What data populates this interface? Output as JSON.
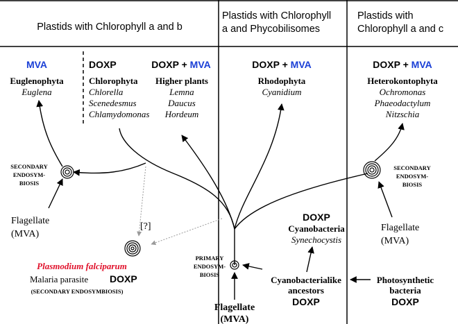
{
  "colors": {
    "blue": "#1a3fd6",
    "red": "#e0102a",
    "line": "#000000",
    "dotted": "#9a9a9a"
  },
  "header": {
    "col1": {
      "title": "Plastids with Chlorophyll a and b"
    },
    "col2": {
      "title_line1": "Plastids with Chlorophyll",
      "title_line2": "a and Phycobilisomes"
    },
    "col3": {
      "title_line1": "Plastids with",
      "title_line2": "Chlorophyll a and c"
    }
  },
  "groups": {
    "euglenophyta": {
      "pathway": "MVA",
      "name": "Euglenophyta",
      "species": [
        "Euglena"
      ]
    },
    "chlorophyta": {
      "pathway": "DOXP",
      "name": "Chlorophyta",
      "species": [
        "Chlorella",
        "Scenedesmus",
        "Chlamydomonas"
      ]
    },
    "higher_plants": {
      "pathway_a": "DOXP",
      "plus": "+",
      "pathway_b": "MVA",
      "name": "Higher plants",
      "species": [
        "Lemna",
        "Daucus",
        "Hordeum"
      ]
    },
    "rhodophyta": {
      "pathway_a": "DOXP",
      "plus": "+",
      "pathway_b": "MVA",
      "name": "Rhodophyta",
      "species": [
        "Cyanidium"
      ]
    },
    "heterokontophyta": {
      "pathway_a": "DOXP",
      "plus": "+",
      "pathway_b": "MVA",
      "name": "Heterokontophyta",
      "species": [
        "Ochromonas",
        "Phaeodactylum",
        "Nitzschia"
      ]
    }
  },
  "events": {
    "secondary_left": [
      "SECONDARY",
      "ENDOSYM-",
      "BIOSIS"
    ],
    "secondary_right": [
      "SECONDARY",
      "ENDOSYM-",
      "BIOSIS"
    ],
    "primary": [
      "PRIMARY",
      "ENDOSYM-",
      "BIOSIS"
    ]
  },
  "nodes": {
    "flagellate_left": [
      "Flagellate",
      "(MVA)"
    ],
    "flagellate_right": [
      "Flagellate",
      "(MVA)"
    ],
    "flagellate_bottom": [
      "Flagellate",
      "(MVA)"
    ],
    "cyanobacteria": {
      "pathway": "DOXP",
      "name": "Cyanobacteria",
      "species": "Synechocystis"
    },
    "cyano_ancestors": {
      "line1": "Cyanobacterialike",
      "line2": "ancestors",
      "pathway": "DOXP"
    },
    "photosynthetic": {
      "line1": "Photosynthetic",
      "line2": "bacteria",
      "pathway": "DOXP"
    },
    "plasmodium": {
      "name": "Plasmodium falciparum",
      "desc": "Malaria parasite",
      "pathway": "DOXP",
      "note": "(SECONDARY ENDOSYMBIOSIS)",
      "question": "[?]"
    }
  }
}
